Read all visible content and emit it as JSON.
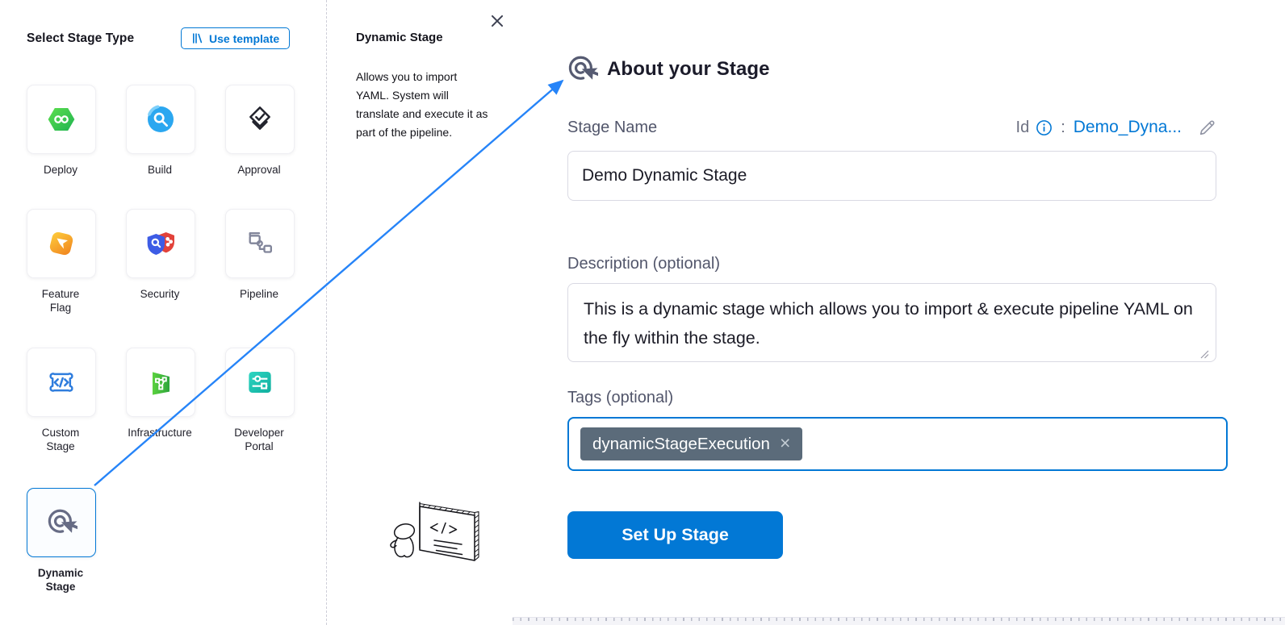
{
  "colors": {
    "accent": "#0278d5",
    "connector": "#2684f8",
    "tag_chip_bg": "#5b6b7a",
    "label_gray": "#52566b"
  },
  "left_panel": {
    "title": "Select Stage Type",
    "use_template_label": "Use template",
    "tiles": [
      {
        "label": "Deploy",
        "icon": "deploy-hexagon-infinity-icon"
      },
      {
        "label": "Build",
        "icon": "build-magnifier-icon"
      },
      {
        "label": "Approval",
        "icon": "approval-check-diamond-icon"
      },
      {
        "label": "Feature Flag",
        "icon": "feature-flag-icon"
      },
      {
        "label": "Security",
        "icon": "security-shields-icon"
      },
      {
        "label": "Pipeline",
        "icon": "pipeline-nodes-icon"
      },
      {
        "label": "Custom Stage",
        "icon": "custom-stage-code-icon"
      },
      {
        "label": "Infrastructure",
        "icon": "infrastructure-icon"
      },
      {
        "label": "Developer Portal",
        "icon": "developer-portal-sliders-icon"
      },
      {
        "label": "Dynamic Stage",
        "icon": "dynamic-stage-click-icon",
        "selected": true
      }
    ]
  },
  "info_panel": {
    "title": "Dynamic Stage",
    "description": "Allows you to import YAML. System will translate and execute it as part of the pipeline.",
    "close_icon": "✕"
  },
  "about_panel": {
    "title": "About your Stage",
    "stage_name_label": "Stage Name",
    "id_label": "Id",
    "id_colon": ":",
    "id_value": "Demo_Dyna...",
    "stage_name_value": "Demo Dynamic Stage",
    "description_label": "Description (optional)",
    "description_value": "This is a dynamic stage which allows you to import & execute pipeline YAML on the fly within the stage.",
    "tags_label": "Tags (optional)",
    "tag_chip": "dynamicStageExecution",
    "tag_remove": "×",
    "setup_button_label": "Set Up Stage"
  }
}
